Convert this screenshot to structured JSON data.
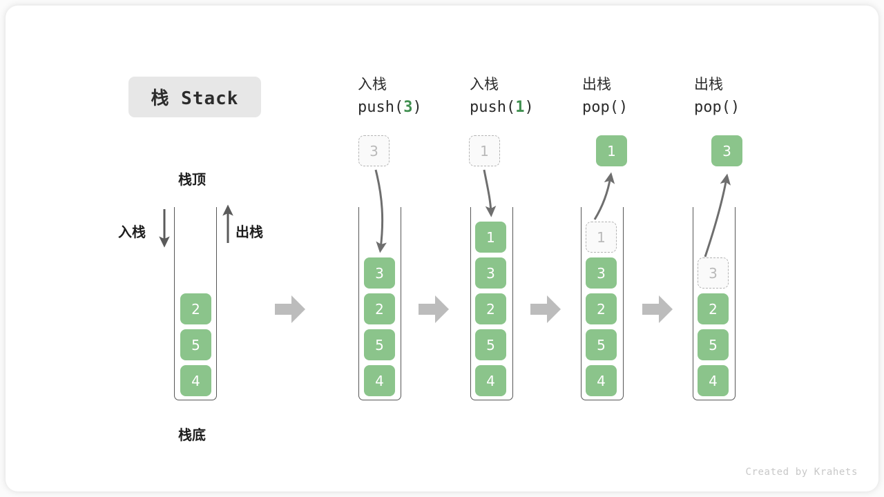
{
  "figure": {
    "title_badge": "栈 Stack",
    "watermark": "Created by Krahets",
    "colors": {
      "element_fill": "#8bc48b",
      "element_text": "#ffffff",
      "ghost_fill": "#fafafa",
      "ghost_border": "#b3b3b3",
      "ghost_text": "#b9b9b9",
      "container_wall": "#555555",
      "step_arrow": "#bcbcbc",
      "curve_arrow": "#6e6e6e",
      "badge_bg": "#e7e7e7",
      "code_arg_green": "#3f8f4f",
      "card_bg": "#ffffff",
      "page_bg": "#fbfbfb"
    }
  },
  "legend": {
    "top_label": "栈顶",
    "bottom_label": "栈底",
    "push_label": "入栈",
    "pop_label": "出栈"
  },
  "columns": [
    {
      "id": "initial",
      "head_cn": "",
      "head_code": "",
      "code_prefix": "",
      "code_arg": "",
      "code_suffix": "",
      "outside_cell": null,
      "stack": [
        {
          "value": "2",
          "state": "filled"
        },
        {
          "value": "5",
          "state": "filled"
        },
        {
          "value": "4",
          "state": "filled"
        }
      ]
    },
    {
      "id": "push-3",
      "head_cn": "入栈",
      "head_code": "push(3)",
      "code_prefix": "push(",
      "code_arg": "3",
      "code_suffix": ")",
      "outside_cell": {
        "value": "3",
        "state": "ghost"
      },
      "stack": [
        {
          "value": "3",
          "state": "filled"
        },
        {
          "value": "2",
          "state": "filled"
        },
        {
          "value": "5",
          "state": "filled"
        },
        {
          "value": "4",
          "state": "filled"
        }
      ]
    },
    {
      "id": "push-1",
      "head_cn": "入栈",
      "head_code": "push(1)",
      "code_prefix": "push(",
      "code_arg": "1",
      "code_suffix": ")",
      "outside_cell": {
        "value": "1",
        "state": "ghost"
      },
      "stack": [
        {
          "value": "1",
          "state": "filled"
        },
        {
          "value": "3",
          "state": "filled"
        },
        {
          "value": "2",
          "state": "filled"
        },
        {
          "value": "5",
          "state": "filled"
        },
        {
          "value": "4",
          "state": "filled"
        }
      ]
    },
    {
      "id": "pop-1",
      "head_cn": "出栈",
      "head_code": "pop()",
      "code_prefix": "pop(",
      "code_arg": "",
      "code_suffix": ")",
      "outside_cell": {
        "value": "1",
        "state": "filled"
      },
      "stack": [
        {
          "value": "1",
          "state": "ghost"
        },
        {
          "value": "3",
          "state": "filled"
        },
        {
          "value": "2",
          "state": "filled"
        },
        {
          "value": "5",
          "state": "filled"
        },
        {
          "value": "4",
          "state": "filled"
        }
      ]
    },
    {
      "id": "pop-2",
      "head_cn": "出栈",
      "head_code": "pop()",
      "code_prefix": "pop(",
      "code_arg": "",
      "code_suffix": ")",
      "outside_cell": {
        "value": "3",
        "state": "filled"
      },
      "stack": [
        {
          "value": "3",
          "state": "ghost"
        },
        {
          "value": "2",
          "state": "filled"
        },
        {
          "value": "5",
          "state": "filled"
        },
        {
          "value": "4",
          "state": "filled"
        }
      ]
    }
  ]
}
